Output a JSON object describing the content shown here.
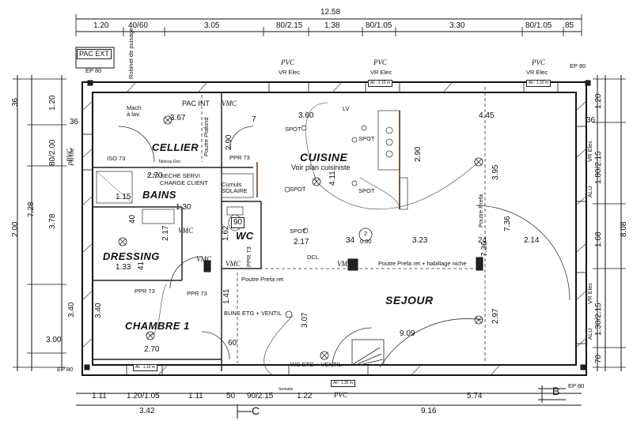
{
  "overall": {
    "top": "12.58",
    "right": "8.08",
    "bottom": "",
    "left": ""
  },
  "dims_top": [
    "1.20",
    "40/60",
    "3.05",
    "80/2.15",
    "1.38",
    "80/1.05",
    "3.30",
    "80/1.05",
    "85"
  ],
  "dims_bottom_row1": [
    "1.11",
    "1.20/1.05",
    "1.11",
    "50",
    "90/2.15",
    "1.22",
    "5.74"
  ],
  "dims_bottom_row2": [
    "3.42",
    "9.16"
  ],
  "dims_left_outer": [
    "7.28",
    "2.00"
  ],
  "dims_left_inner": [
    "36",
    "1.20",
    "80/2.00",
    "3.78",
    "3.40",
    "3.00",
    "36"
  ],
  "dims_right_inner": [
    "1.20",
    "1.80/2.15",
    "1.68",
    "1.30/2.15",
    "70",
    "36"
  ],
  "rooms": {
    "cellier": "CELLIER",
    "cuisine": "CUISINE",
    "cuisine_sub": "Voir plan cuisiniste",
    "bains": "BAINS",
    "dressing": "DRESSING",
    "wc": "WC",
    "chambre": "CHAMBRE 1",
    "sejour": "SEJOUR"
  },
  "interior_dims": {
    "cellier_w": "3.67",
    "cuisine_w": "3.60",
    "sejour_top": "4.45",
    "cellier_h": "2.90",
    "cuisine_h": "2.90",
    "bains_w": "2.70",
    "bains_sub": "1.15",
    "bains_h": "1.30",
    "hall_h": "2.17",
    "dressing_w": "1.33",
    "dressing_h": "41",
    "chambre_w": "2.70",
    "chambre_h": "1.41",
    "chambre_v": "3.40",
    "entry": "3.07",
    "center_w": "2.17",
    "sejour_w": "3.23",
    "center_24": "24",
    "sejour_r": "2.14",
    "sejour_9": "9.09",
    "side_395": "3.95",
    "side_736a": "7.36",
    "side_736b": "7.36",
    "side_297": "2.97",
    "wc_162": "1.62",
    "wc_90": "90",
    "wc_40": "40",
    "wc_60": "60",
    "wc_7": "7",
    "wc_411": "4.11",
    "hall_34": "34",
    "center_000": "0.00",
    "center_2": "2"
  },
  "labels": {
    "pac_ext": "PAC EXT",
    "ep80": "EP 80",
    "robinet": "Robinet de puisage",
    "mach": "Mach.\nà lav.",
    "pac_int": "PAC INT",
    "vmc": "VMC",
    "lv": "LV",
    "spot": "SPOT",
    "poutre_plafond": "Poutre Plafond",
    "pprr": "PPR 73",
    "tableau": "Tableau Elec",
    "iso": "ISO 73",
    "seche": "2.70 SECHE SERVI",
    "charge": "CHARGE CLIENT",
    "cumuls": "Cumuls\nSOLAIRE",
    "poutre_prefa": "Poutre Prefa ret",
    "prefa_hab": "Poutre Prefa ret + habillage niche",
    "poutre_prefa_v": "Poutre Prefa",
    "dcl": "DCL",
    "bulles": "BUNS ETG + VENTIL",
    "wc_etg": "WC ETG + VENTIL",
    "ali_110": "Ali : 1.10 m",
    "ali_135": "Ali : 1.35 m",
    "pvc": "PVC",
    "vr_elec": "VR Elec",
    "alu": "ALU",
    "pleine": "Pleine",
    "b": "B",
    "c": "C",
    "sematic": "Sematis"
  },
  "colors": {
    "wall": "#141414",
    "ink": "#111111",
    "accent": "#8a6a4a"
  }
}
